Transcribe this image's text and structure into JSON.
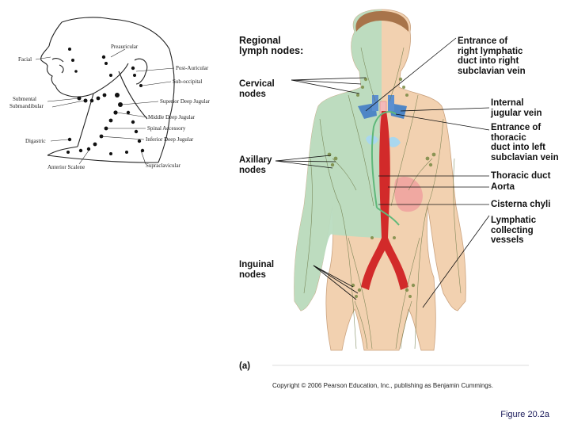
{
  "neck_labels": {
    "facial": "Facial",
    "preauricular": "Preauricular",
    "post_auricular": "Post-Auricular",
    "sub_occipital": "Sub-occipital",
    "submental": "Submental",
    "submandibular": "Submandibular",
    "superior_deep_jugular": "Superior Deep Jugular",
    "middle_deep_jugular": "Middle Deep Jugular",
    "spinal_accessory": "Spinal Accessory",
    "inferior_deep_jugular": "Inferior Deep Jugular",
    "digastric": "Digastric",
    "anterior_scalene": "Anterior Scalene",
    "supraclavicular": "Supraclavicular"
  },
  "left_labels": {
    "regional": "Regional\nlymph nodes:",
    "cervical": "Cervical\nnodes",
    "axillary": "Axillary\nnodes",
    "inguinal": "Inguinal\nnodes"
  },
  "right_labels": {
    "entrance_right": "Entrance of\nright lymphatic\nduct into right\nsubclavian vein",
    "internal_jugular": "Internal\njugular vein",
    "entrance_thoracic": "Entrance of\nthoracic\nduct into left\nsubclavian vein",
    "thoracic_duct": "Thoracic duct",
    "aorta": "Aorta",
    "cisterna": "Cisterna chyli",
    "lymphatic_vessels": "Lymphatic\ncollecting\nvessels"
  },
  "panel_label": "(a)",
  "copyright": "Copyright © 2006 Pearson Education, Inc., publishing as Benjamin Cummings.",
  "caption": "Figure 20.2a",
  "colors": {
    "skin": "#f2d1b0",
    "lymph_region": "#b9dcc0",
    "artery": "#d22a2a",
    "vein": "#4f86c6",
    "vessel_line": "#6e7b4a",
    "duct": "#5fb87a"
  }
}
